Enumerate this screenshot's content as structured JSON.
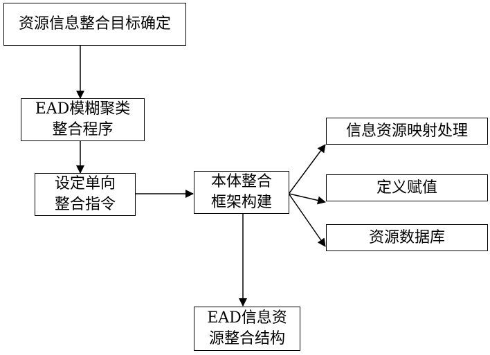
{
  "nodes": {
    "goal": {
      "lines": [
        "资源信息整合目标确定"
      ]
    },
    "fuzzy": {
      "lines": [
        "EAD模糊聚类",
        "整合程序"
      ]
    },
    "directive": {
      "lines": [
        "设定单向",
        "整合指令"
      ]
    },
    "ontology": {
      "lines": [
        "本体整合",
        "框架构建"
      ]
    },
    "mapping": {
      "lines": [
        "信息资源映射处理"
      ]
    },
    "assign": {
      "lines": [
        "定义赋值"
      ]
    },
    "database": {
      "lines": [
        "资源数据库"
      ]
    },
    "result": {
      "lines": [
        "EAD信息资",
        "源整合结构"
      ]
    }
  },
  "edges": [
    {
      "from": "goal",
      "to": "fuzzy"
    },
    {
      "from": "fuzzy",
      "to": "directive"
    },
    {
      "from": "directive",
      "to": "ontology"
    },
    {
      "from": "ontology",
      "to": "mapping"
    },
    {
      "from": "ontology",
      "to": "assign"
    },
    {
      "from": "ontology",
      "to": "database"
    },
    {
      "from": "ontology",
      "to": "result"
    }
  ]
}
